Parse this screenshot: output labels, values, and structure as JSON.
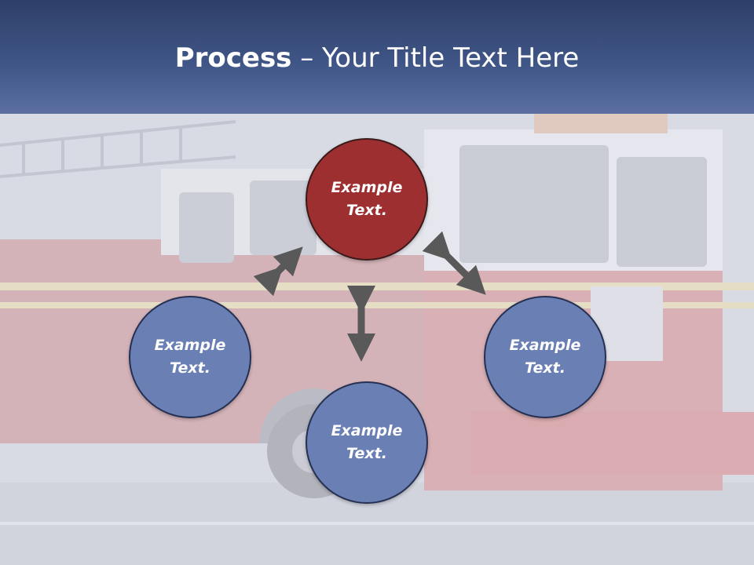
{
  "slide": {
    "title_bold": "Process",
    "title_rest": " – Your Title Text Here"
  },
  "diagram": {
    "nodes": [
      {
        "id": "top",
        "label": "Example Text.",
        "color": "#9e2f31"
      },
      {
        "id": "left",
        "label": "Example Text.",
        "color": "#6a7fb3"
      },
      {
        "id": "right",
        "label": "Example Text.",
        "color": "#6a7fb3"
      },
      {
        "id": "bottom",
        "label": "Example Text.",
        "color": "#6a7fb3"
      }
    ],
    "arrow_color": "#595959"
  },
  "background": {
    "subject": "fire-truck-photo",
    "header_color": "#3f5586"
  }
}
